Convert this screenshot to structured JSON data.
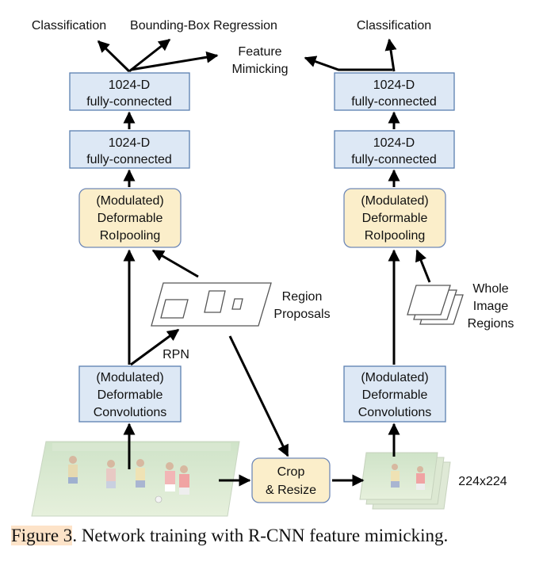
{
  "labels": {
    "classification_left": "Classification",
    "bbox_regression": "Bounding-Box Regression",
    "classification_right": "Classification",
    "feature_mimicking": [
      "Feature",
      "Mimicking"
    ],
    "fc_top_left": [
      "1024-D",
      "fully-connected"
    ],
    "fc_mid_left": [
      "1024-D",
      "fully-connected"
    ],
    "fc_top_right": [
      "1024-D",
      "fully-connected"
    ],
    "fc_mid_right": [
      "1024-D",
      "fully-connected"
    ],
    "roipool_left": [
      "(Modulated)",
      "Deformable",
      "RoIpooling"
    ],
    "roipool_right": [
      "(Modulated)",
      "Deformable",
      "RoIpooling"
    ],
    "conv_left": [
      "(Modulated)",
      "Deformable",
      "Convolutions"
    ],
    "conv_right": [
      "(Modulated)",
      "Deformable",
      "Convolutions"
    ],
    "region_proposals": [
      "Region",
      "Proposals"
    ],
    "rpn": "RPN",
    "whole_image_regions": [
      "Whole",
      "Image",
      "Regions"
    ],
    "crop_resize": [
      "Crop",
      "& Resize"
    ],
    "size": "224x224"
  },
  "caption": {
    "figure": "Figure 3",
    "text": ". Network training with R-CNN feature mimicking."
  },
  "colors": {
    "fc_box": "#dde8f5",
    "fc_border": "#5b7fb0",
    "pool_box": "#fbeeca",
    "caption_highlight": "#fde3c8"
  }
}
